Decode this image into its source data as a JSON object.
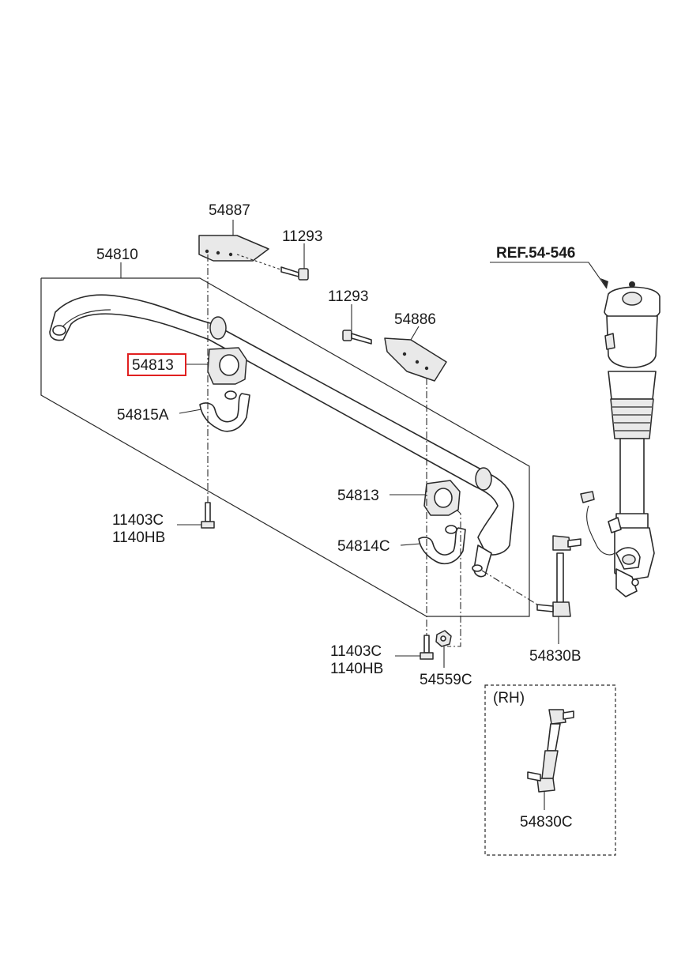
{
  "labels": {
    "p54887": "54887",
    "p11293_a": "11293",
    "p54810": "54810",
    "p11293_b": "11293",
    "p54886": "54886",
    "p54813_a": "54813",
    "p54815A": "54815A",
    "p54813_b": "54813",
    "p54814C": "54814C",
    "p11403C_a": "11403C",
    "p1140HB_a": "1140HB",
    "p11403C_b": "11403C",
    "p1140HB_b": "1140HB",
    "p54559C": "54559C",
    "p54830B": "54830B",
    "rh": "(RH)",
    "p54830C": "54830C",
    "ref": "REF.54-546"
  },
  "highlight": {
    "part": "54813",
    "color": "#e02020"
  }
}
